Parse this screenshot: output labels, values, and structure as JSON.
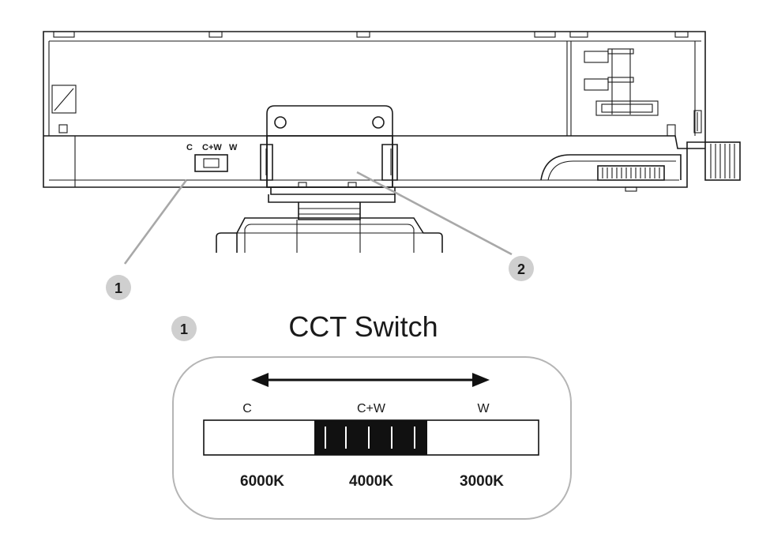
{
  "device": {
    "switch_labels": {
      "c": "C",
      "cw": "C+W",
      "w": "W"
    }
  },
  "callouts": [
    {
      "number": "1"
    },
    {
      "number": "2"
    }
  ],
  "detail": {
    "badge": "1",
    "title": "CCT Switch",
    "positions": [
      {
        "label": "C",
        "temperature": "6000K"
      },
      {
        "label": "C+W",
        "temperature": "4000K"
      },
      {
        "label": "W",
        "temperature": "3000K"
      }
    ],
    "selected_position": "C+W"
  }
}
